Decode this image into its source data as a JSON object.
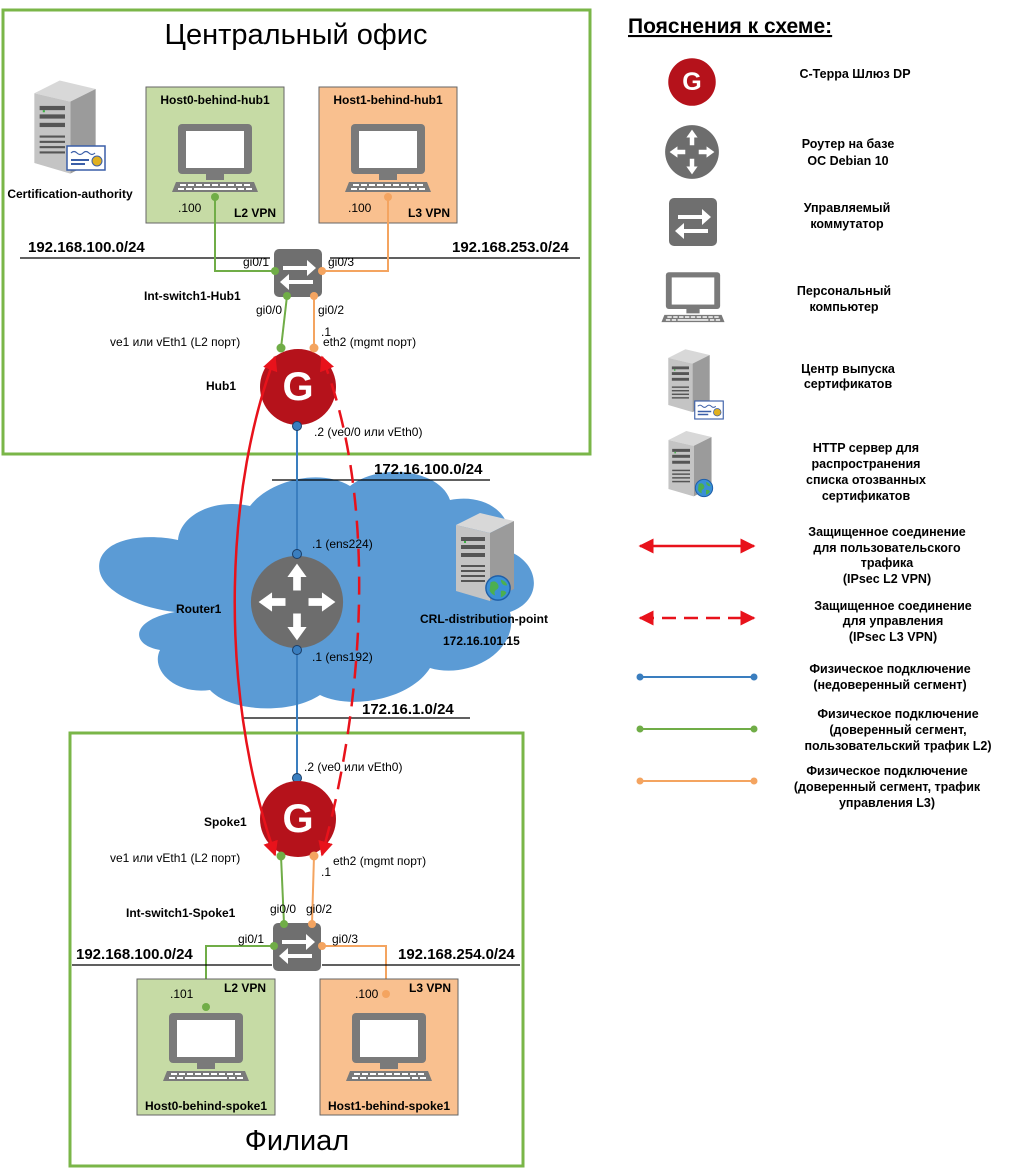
{
  "central_office": {
    "title": "Центральный офис",
    "hosts": [
      {
        "name": "Host0-behind-hub1",
        "ip": ".100",
        "tag": "L2 VPN",
        "color": "#c6dba5"
      },
      {
        "name": "Host1-behind-hub1",
        "ip": ".100",
        "tag": "L3 VPN",
        "color": "#f9c08f"
      }
    ],
    "ca_label": "Certification-authority",
    "net_left": "192.168.100.0/24",
    "net_right": "192.168.253.0/24",
    "switch": {
      "name": "Int-switch1-Hub1",
      "gi01": "gi0/1",
      "gi03": "gi0/3",
      "gi00": "gi0/0",
      "gi02": "gi0/2"
    },
    "gw": {
      "name": "Hub1",
      "ve1": "ve1 или vEth1 (L2 порт)",
      "eth2_ip": ".1",
      "eth2": "eth2 (mgmt порт)",
      "ve0": ".2 (ve0/0 или vEth0)"
    }
  },
  "wan": {
    "net_top": "172.16.100.0/24",
    "net_bottom": "172.16.1.0/24",
    "router": {
      "name": "Router1",
      "ens224": ".1 (ens224)",
      "ens192": ".1 (ens192)"
    },
    "crl": {
      "name": "CRL-distribution-point",
      "ip": "172.16.101.15"
    }
  },
  "branch": {
    "title": "Филиал",
    "gw": {
      "name": "Spoke1",
      "ve0": ".2 (ve0 или vEth0)",
      "ve1": "ve1 или vEth1 (L2 порт)",
      "eth2": "eth2 (mgmt порт)",
      "eth2_ip": ".1"
    },
    "switch": {
      "name": "Int-switch1-Spoke1",
      "gi00": "gi0/0",
      "gi02": "gi0/2",
      "gi01": "gi0/1",
      "gi03": "gi0/3"
    },
    "net_left": "192.168.100.0/24",
    "net_right": "192.168.254.0/24",
    "hosts": [
      {
        "name": "Host0-behind-spoke1",
        "ip": ".101",
        "tag": "L2 VPN",
        "color": "#c6dba5"
      },
      {
        "name": "Host1-behind-spoke1",
        "ip": ".100",
        "tag": "L3 VPN",
        "color": "#f9c08f"
      }
    ]
  },
  "legend": {
    "title": "Пояснения к схеме:",
    "items": [
      {
        "icon": "gateway-icon",
        "lines": [
          "С-Терра Шлюз DP"
        ]
      },
      {
        "icon": "router-icon",
        "lines": [
          "Роутер на базе",
          "ОС Debian 10"
        ]
      },
      {
        "icon": "switch-icon",
        "lines": [
          "Управляемый",
          "коммутатор"
        ]
      },
      {
        "icon": "pc-icon",
        "lines": [
          "Персональный",
          "компьютер"
        ]
      },
      {
        "icon": "ca-server-icon",
        "lines": [
          "Центр выпуска",
          "сертификатов"
        ]
      },
      {
        "icon": "http-server-icon",
        "lines": [
          "HTTP сервер для",
          "распространения",
          "списка отозванных",
          "сертификатов"
        ]
      },
      {
        "icon": "solid-red-arrow",
        "lines": [
          "Защищенное соединение",
          "для пользовательского",
          "трафика",
          "(IPsec L2 VPN)"
        ]
      },
      {
        "icon": "dashed-red-arrow",
        "lines": [
          "Защищенное соединение",
          "для управления",
          "(IPsec L3 VPN)"
        ]
      },
      {
        "icon": "blue-line",
        "lines": [
          "Физическое подключение",
          "(недоверенный сегмент)"
        ]
      },
      {
        "icon": "green-line",
        "lines": [
          "Физическое подключение",
          "(доверенный сегмент,",
          "пользовательский трафик L2)"
        ]
      },
      {
        "icon": "orange-line",
        "lines": [
          "Физическое подключение",
          "(доверенный сегмент, трафик",
          "управления L3)"
        ]
      }
    ]
  },
  "colors": {
    "office_border": "#7ab648",
    "gateway": "#b5121b",
    "router": "#6d6d6d",
    "cloud": "#5b9bd5",
    "blue_link": "#3a7ebf",
    "green_link": "#70ad47",
    "orange_link": "#f4a460",
    "red_tunnel": "#e8121b"
  }
}
